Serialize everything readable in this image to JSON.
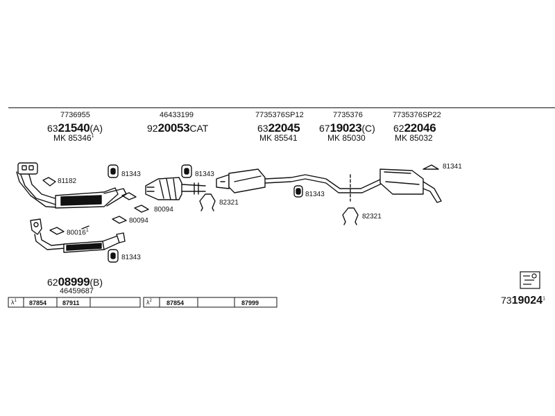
{
  "groups": [
    {
      "oe": "7736955",
      "prefix": "63",
      "main": "21540",
      "suffix": "(A)",
      "mk": "MK  85346",
      "mk_sup": "1"
    },
    {
      "oe": "46433199",
      "prefix": "92",
      "main": "20053",
      "suffix": "CAT",
      "mk": "",
      "mk_sup": ""
    },
    {
      "oe": "7735376SP12",
      "prefix": "63",
      "main": "22045",
      "suffix": "",
      "mk": "MK  85541",
      "mk_sup": ""
    },
    {
      "oe": "7735376",
      "prefix": "67",
      "main": "19023",
      "suffix": "(C)",
      "mk": "MK  85030",
      "mk_sup": ""
    },
    {
      "oe": "7735376SP22",
      "prefix": "62",
      "main": "22046",
      "suffix": "",
      "mk": "MK  85032",
      "mk_sup": ""
    }
  ],
  "lower_part": {
    "prefix": "62",
    "main": "08999",
    "suffix": "(B)",
    "oe": "46459687"
  },
  "components": {
    "gasket_81182": "81182",
    "clamp_81343_a": "81343",
    "clamp_81343_b": "81343",
    "clamp_81343_c": "81343",
    "clamp_81343_d": "81343",
    "gasket_80094_a": "80094",
    "gasket_80094_b": "80094",
    "gasket_80016": "80016",
    "gasket_80016_sup": "1",
    "clamp_82321_a": "82321",
    "clamp_82321_b": "82321",
    "hanger_81341": "81341"
  },
  "variants": [
    {
      "symbol": "λ",
      "sup": "1",
      "cells": [
        "87854",
        "87911",
        ""
      ]
    },
    {
      "symbol": "λ",
      "sup": "2",
      "cells": [
        "87854",
        "",
        "87999"
      ]
    }
  ],
  "total": {
    "prefix": "73",
    "main": "19024",
    "sup": "1"
  },
  "colors": {
    "line": "#111111",
    "bg": "#ffffff",
    "fill_light": "#f2f2f2"
  }
}
